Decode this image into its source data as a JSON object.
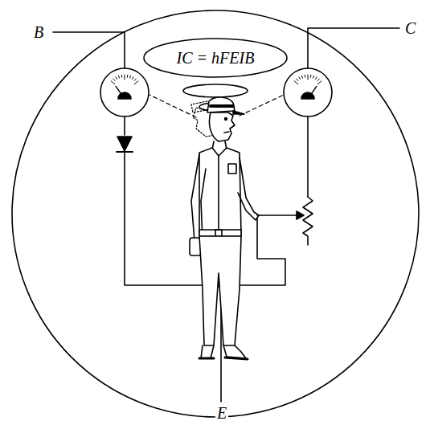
{
  "diagram": {
    "nodes": [
      {
        "text": [
          "IC = hFEIB"
        ]
      }
    ],
    "labels": [
      "B",
      "C",
      "E"
    ]
  }
}
